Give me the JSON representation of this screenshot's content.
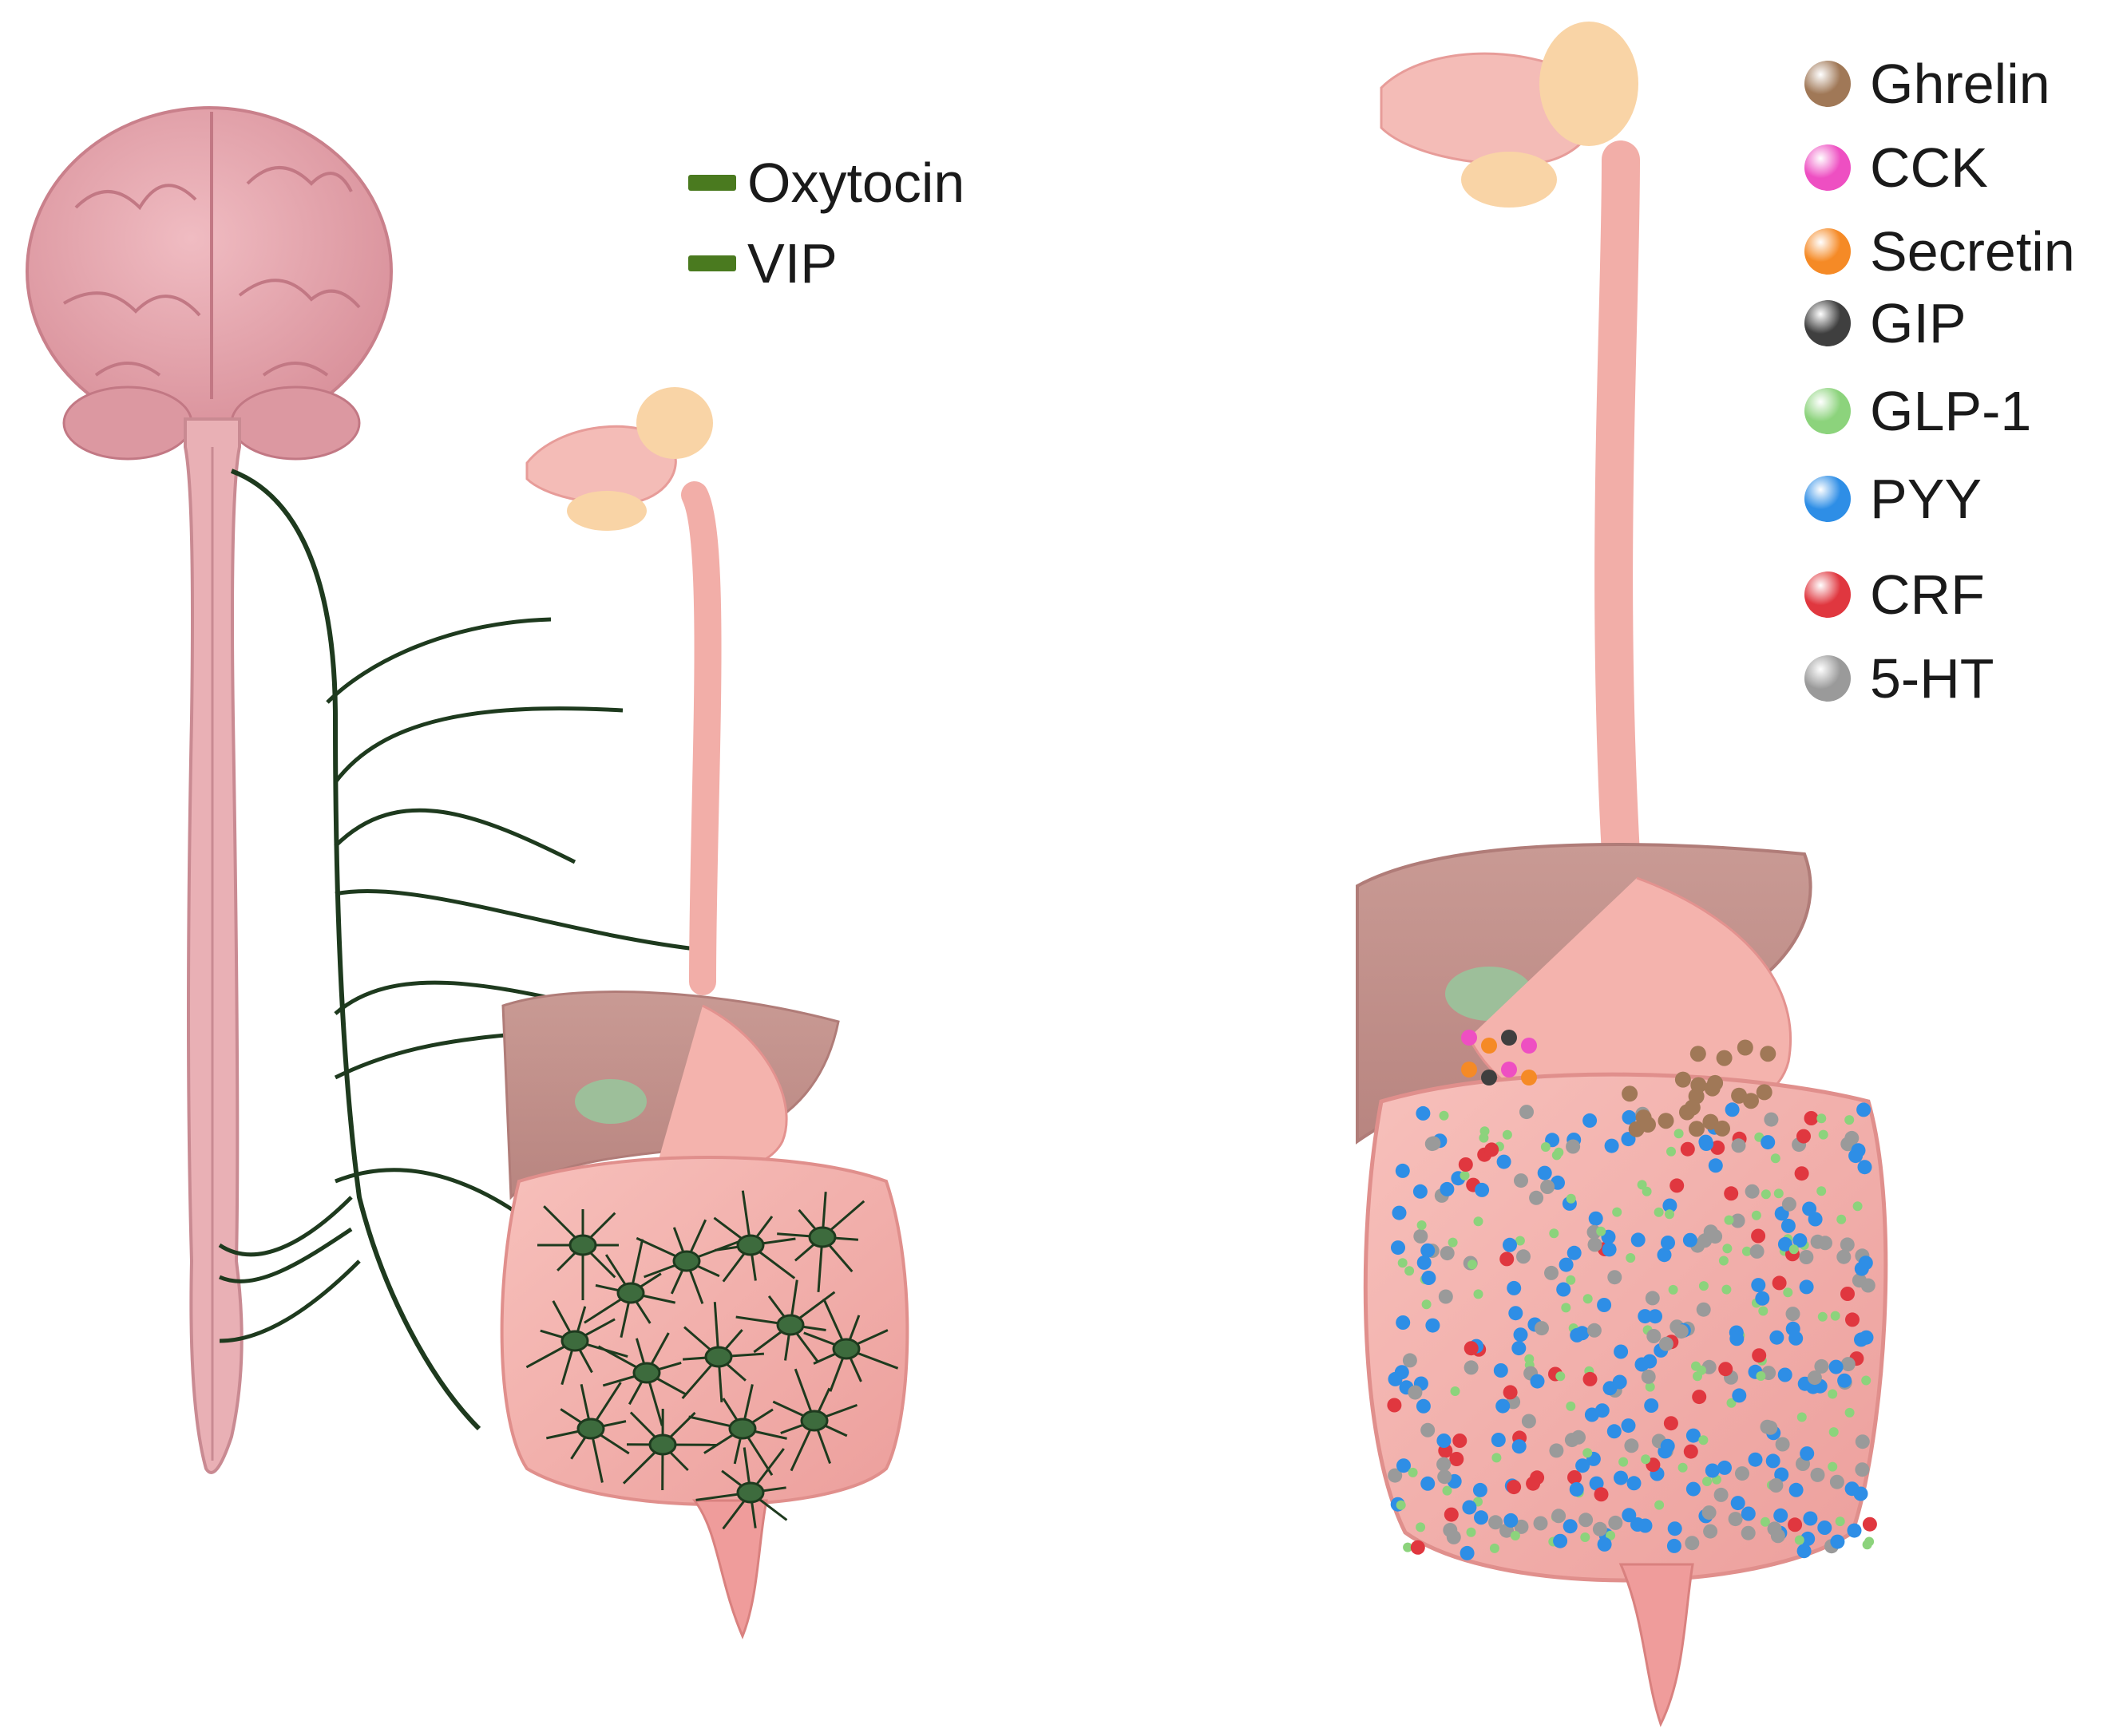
{
  "left_panel": {
    "legend": [
      {
        "label": "Oxytocin",
        "color": "#4a7a1f"
      },
      {
        "label": "VIP",
        "color": "#4a7a1f"
      }
    ],
    "colors": {
      "nerve": "#1e3a1e",
      "brain": "#e4a5ad",
      "spinal_cord": "#e7aeb3",
      "gut": "#f4b3ad",
      "liver": "#c69690",
      "gallbladder": "#9dbf9a",
      "pancreas": "#f7cf9a",
      "neuron": "#3d6b3d"
    }
  },
  "right_panel": {
    "legend": [
      {
        "label": "Ghrelin",
        "color": "#a07857",
        "icon": "ghrelin-dot-icon"
      },
      {
        "label": "CCK",
        "color": "#ee4fc2",
        "icon": "cck-dot-icon"
      },
      {
        "label": "Secretin",
        "color": "#f58a26",
        "icon": "secretin-dot-icon"
      },
      {
        "label": "GIP",
        "color": "#3f3f3f",
        "icon": "gip-dot-icon"
      },
      {
        "label": "GLP-1",
        "color": "#8cd37c",
        "icon": "glp1-dot-icon"
      },
      {
        "label": "PYY",
        "color": "#2e8ee6",
        "icon": "pyy-dot-icon"
      },
      {
        "label": "CRF",
        "color": "#e0373f",
        "icon": "crf-dot-icon"
      },
      {
        "label": "5-HT",
        "color": "#9a9a9a",
        "icon": "serotonin-dot-icon"
      }
    ]
  }
}
